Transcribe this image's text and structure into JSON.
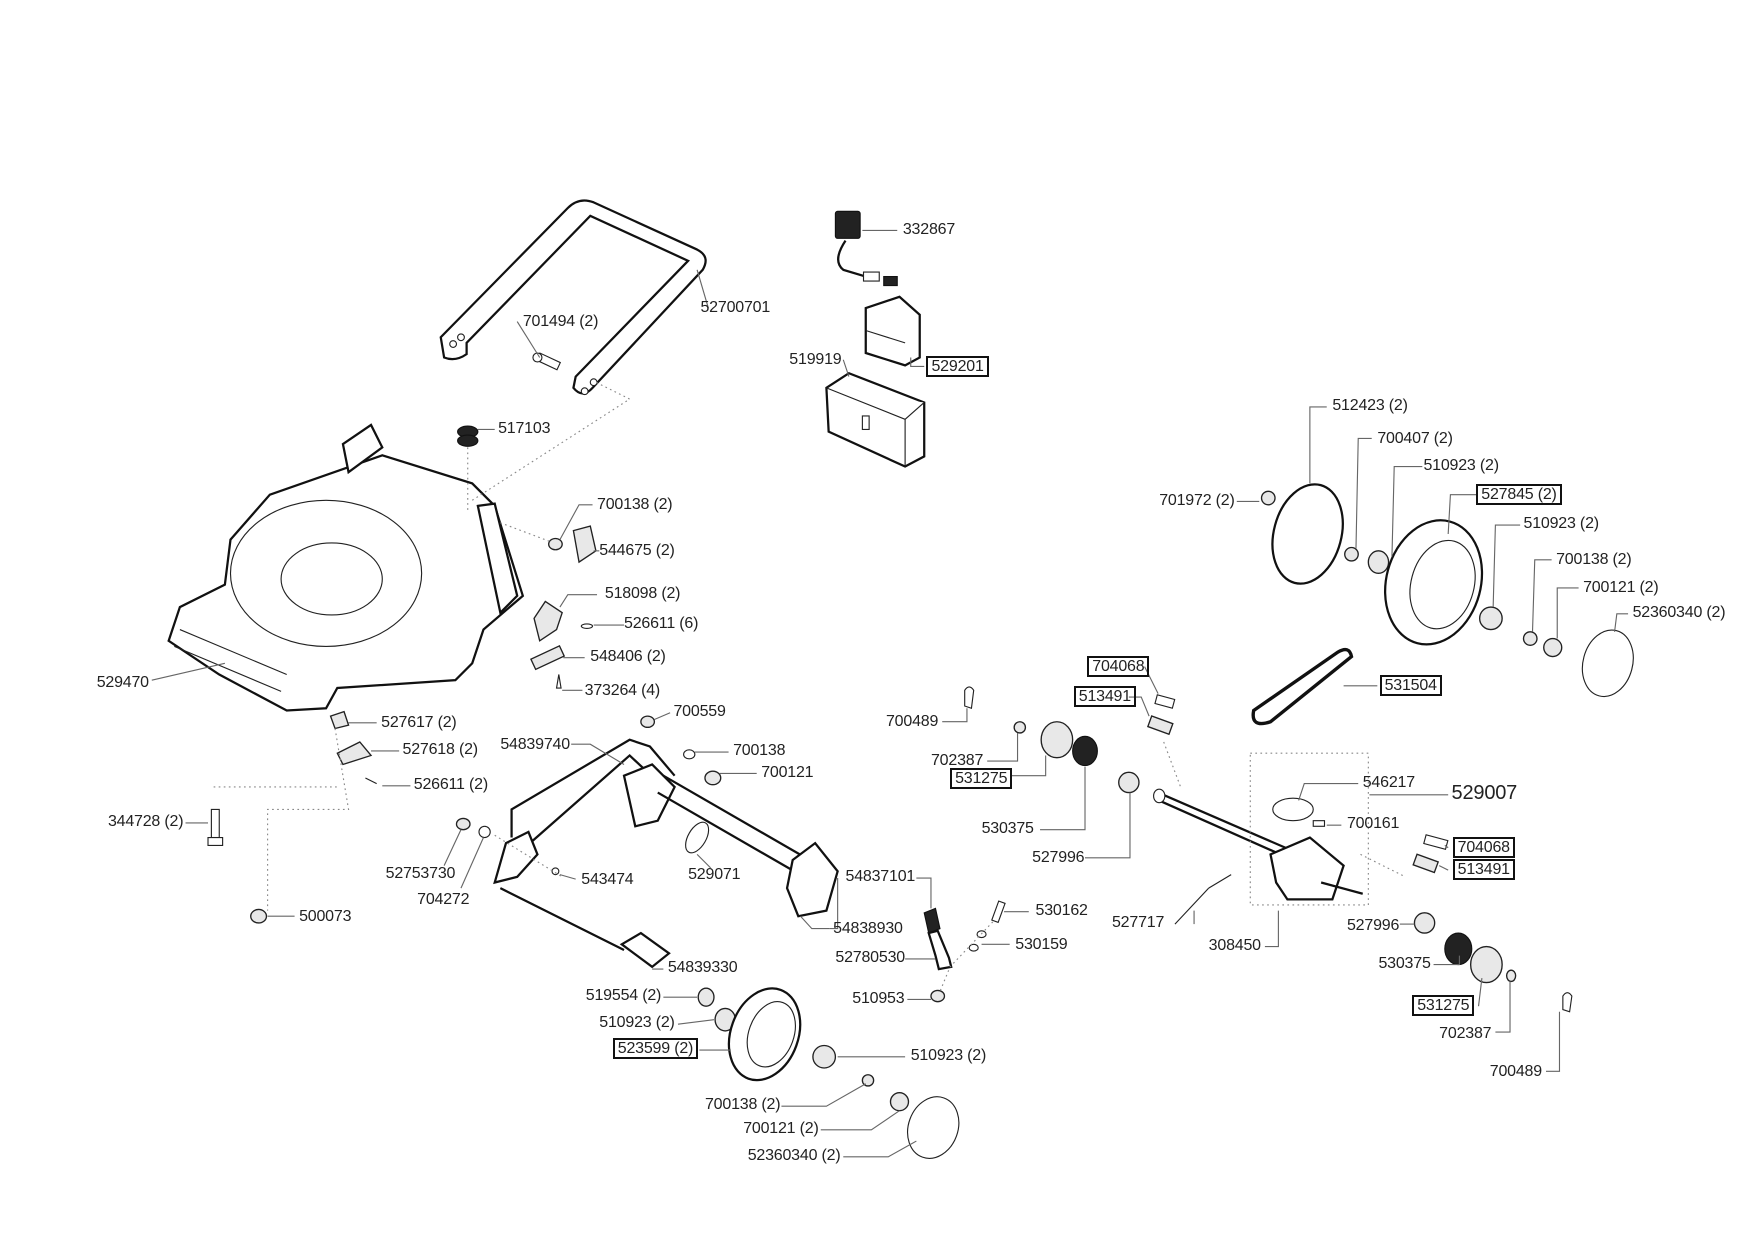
{
  "diagram": {
    "title": "Lawn mower exploded parts diagram",
    "labels": [
      {
        "id": "332867",
        "text": "332867",
        "boxed": false
      },
      {
        "id": "52700701",
        "text": "52700701",
        "boxed": false
      },
      {
        "id": "701494",
        "text": "701494 (2)",
        "boxed": false
      },
      {
        "id": "519919",
        "text": "519919",
        "boxed": false
      },
      {
        "id": "529201",
        "text": "529201",
        "boxed": true
      },
      {
        "id": "517103",
        "text": "517103",
        "boxed": false
      },
      {
        "id": "700138a",
        "text": "700138 (2)",
        "boxed": false
      },
      {
        "id": "544675",
        "text": "544675 (2)",
        "boxed": false
      },
      {
        "id": "518098",
        "text": "518098 (2)",
        "boxed": false
      },
      {
        "id": "526611a",
        "text": "526611 (6)",
        "boxed": false
      },
      {
        "id": "548406",
        "text": "548406 (2)",
        "boxed": false
      },
      {
        "id": "373264",
        "text": "373264 (4)",
        "boxed": false
      },
      {
        "id": "529470",
        "text": "529470",
        "boxed": false
      },
      {
        "id": "527617",
        "text": "527617 (2)",
        "boxed": false
      },
      {
        "id": "527618",
        "text": "527618 (2)",
        "boxed": false
      },
      {
        "id": "526611b",
        "text": "526611 (2)",
        "boxed": false
      },
      {
        "id": "344728",
        "text": "344728 (2)",
        "boxed": false
      },
      {
        "id": "500073",
        "text": "500073",
        "boxed": false
      },
      {
        "id": "52753730",
        "text": "52753730",
        "boxed": false
      },
      {
        "id": "704272",
        "text": "704272",
        "boxed": false
      },
      {
        "id": "700559",
        "text": "700559",
        "boxed": false
      },
      {
        "id": "54839740",
        "text": "54839740",
        "boxed": false
      },
      {
        "id": "700138b",
        "text": "700138",
        "boxed": false
      },
      {
        "id": "700121a",
        "text": "700121",
        "boxed": false
      },
      {
        "id": "543474",
        "text": "543474",
        "boxed": false
      },
      {
        "id": "529071",
        "text": "529071",
        "boxed": false
      },
      {
        "id": "54837101",
        "text": "54837101",
        "boxed": false
      },
      {
        "id": "54838930",
        "text": "54838930",
        "boxed": false
      },
      {
        "id": "52780530",
        "text": "52780530",
        "boxed": false
      },
      {
        "id": "54839330",
        "text": "54839330",
        "boxed": false
      },
      {
        "id": "530162",
        "text": "530162",
        "boxed": false
      },
      {
        "id": "530159",
        "text": "530159",
        "boxed": false
      },
      {
        "id": "510953",
        "text": "510953",
        "boxed": false
      },
      {
        "id": "519554",
        "text": "519554 (2)",
        "boxed": false
      },
      {
        "id": "510923a",
        "text": "510923 (2)",
        "boxed": false
      },
      {
        "id": "523599",
        "text": "523599 (2)",
        "boxed": true
      },
      {
        "id": "510923b",
        "text": "510923 (2)",
        "boxed": false
      },
      {
        "id": "700138c",
        "text": "700138 (2)",
        "boxed": false
      },
      {
        "id": "700121b",
        "text": "700121 (2)",
        "boxed": false
      },
      {
        "id": "52360340a",
        "text": "52360340 (2)",
        "boxed": false
      },
      {
        "id": "700489a",
        "text": "700489",
        "boxed": false
      },
      {
        "id": "702387a",
        "text": "702387",
        "boxed": false
      },
      {
        "id": "531275a",
        "text": "531275",
        "boxed": true
      },
      {
        "id": "530375a",
        "text": "530375",
        "boxed": false
      },
      {
        "id": "527996a",
        "text": "527996",
        "boxed": false
      },
      {
        "id": "704068a",
        "text": "704068",
        "boxed": true
      },
      {
        "id": "513491a",
        "text": "513491",
        "boxed": true
      },
      {
        "id": "531504",
        "text": "531504",
        "boxed": true
      },
      {
        "id": "546217",
        "text": "546217",
        "boxed": false
      },
      {
        "id": "529007",
        "text": "529007",
        "boxed": false
      },
      {
        "id": "700161",
        "text": "700161",
        "boxed": false
      },
      {
        "id": "704068b",
        "text": "704068",
        "boxed": true
      },
      {
        "id": "513491b",
        "text": "513491",
        "boxed": true
      },
      {
        "id": "527717",
        "text": "527717",
        "boxed": false
      },
      {
        "id": "308450",
        "text": "308450",
        "boxed": false
      },
      {
        "id": "527996b",
        "text": "527996",
        "boxed": false
      },
      {
        "id": "530375b",
        "text": "530375",
        "boxed": false
      },
      {
        "id": "531275b",
        "text": "531275",
        "boxed": true
      },
      {
        "id": "702387b",
        "text": "702387",
        "boxed": false
      },
      {
        "id": "700489b",
        "text": "700489",
        "boxed": false
      },
      {
        "id": "512423",
        "text": "512423 (2)",
        "boxed": false
      },
      {
        "id": "700407",
        "text": "700407 (2)",
        "boxed": false
      },
      {
        "id": "510923c",
        "text": "510923 (2)",
        "boxed": false
      },
      {
        "id": "701972",
        "text": "701972 (2)",
        "boxed": false
      },
      {
        "id": "527845",
        "text": "527845 (2)",
        "boxed": true
      },
      {
        "id": "510923d",
        "text": "510923 (2)",
        "boxed": false
      },
      {
        "id": "700138d",
        "text": "700138 (2)",
        "boxed": false
      },
      {
        "id": "700121c",
        "text": "700121 (2)",
        "boxed": false
      },
      {
        "id": "52360340b",
        "text": "52360340 (2)",
        "boxed": false
      }
    ]
  }
}
